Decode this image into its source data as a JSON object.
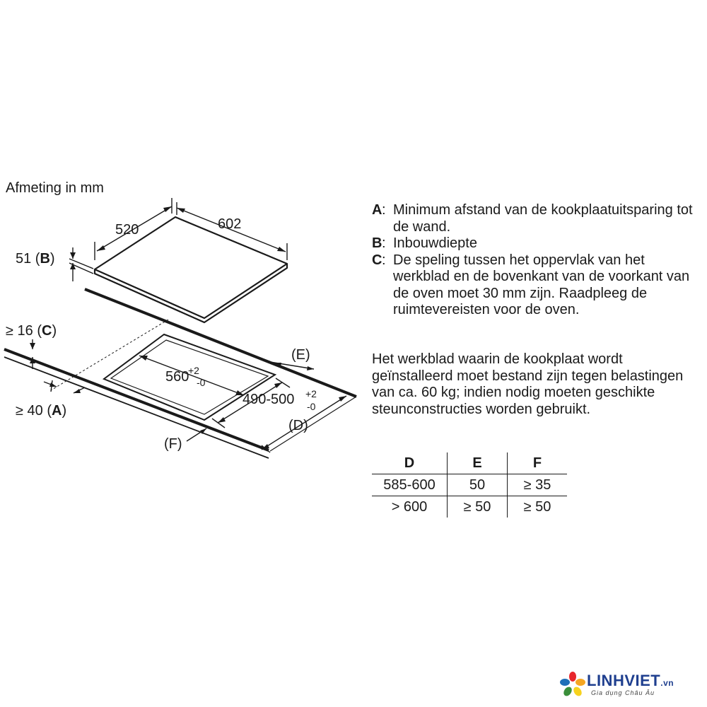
{
  "diagram": {
    "title": "Afmeting in mm",
    "labels": {
      "width": "602",
      "depth": "520",
      "height_value": "51 (",
      "height_key": "B",
      "height_close": ")",
      "c_prefix": "≥ 16 (",
      "c_key": "C",
      "c_close": ")",
      "a_prefix": "≥ 40 (",
      "a_key": "A",
      "a_close": ")",
      "cutout_width": "560",
      "cutout_width_tol_plus": "+2",
      "cutout_width_tol_minus": "-0",
      "cutout_depth": "490-500",
      "cutout_depth_tol_plus": "+2",
      "cutout_depth_tol_minus": "-0",
      "d_label": "(D)",
      "e_label": "(E)",
      "f_label": "(F)"
    }
  },
  "legend": [
    {
      "key": "A",
      "text": "Minimum afstand van de kookplaatuitsparing tot de wand."
    },
    {
      "key": "B",
      "text": "Inbouwdiepte"
    },
    {
      "key": "C",
      "text": "De speling tussen het oppervlak van het werkblad en de bovenkant van de voorkant van de oven moet 30 mm zijn. Raadpleeg de ruimtevereisten voor de oven."
    }
  ],
  "note": "Het werkblad waarin de kookplaat wordt geïnstalleerd moet bestand zijn tegen belastingen van ca. 60 kg; indien nodig moeten geschikte steunconstructies worden gebruikt.",
  "table": {
    "headers": [
      "D",
      "E",
      "F"
    ],
    "rows": [
      [
        "585-600",
        "50",
        "≥ 35"
      ],
      [
        "> 600",
        "≥ 50",
        "≥ 50"
      ]
    ]
  },
  "logo": {
    "name": "LINHVIET",
    "tld": ".vn",
    "tagline": "Gia dụng Châu Âu",
    "colors": [
      "#e8262c",
      "#f5a623",
      "#f7d21e",
      "#3a8f3a",
      "#1f6fb8"
    ]
  }
}
